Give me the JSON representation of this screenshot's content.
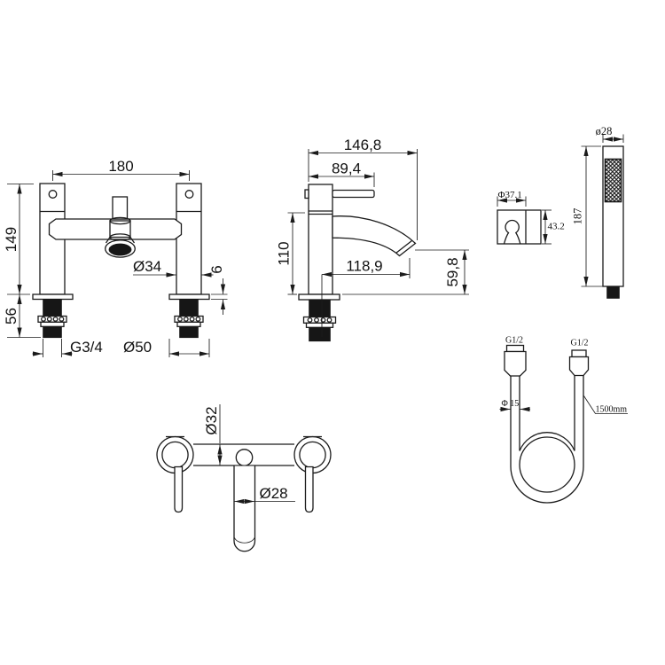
{
  "page": {
    "background": "#ffffff",
    "ink": "#1b1b1b"
  },
  "views": {
    "bath_filler": {
      "dims": {
        "spacing": "180",
        "height": "149",
        "tail": "56",
        "pillar_diameter": "Ø34",
        "flange_thickness": "6",
        "thread": "G3/4",
        "flange_diameter": "Ø50"
      }
    },
    "basin_mixer": {
      "dims": {
        "total_width": "146,8",
        "handle_width": "89,4",
        "body_height": "110",
        "spout_reach": "118,9",
        "spout_drop": "59,8"
      }
    },
    "hand_shower": {
      "dims": {
        "head_diameter": "ø28",
        "length": "187"
      }
    },
    "wall_bracket": {
      "dims": {
        "width": "Φ37.1",
        "height": "43.2"
      }
    },
    "shower_valve": {
      "dims": {
        "body_diameter": "Ø32",
        "pipe_diameter": "Ø28"
      }
    },
    "hose": {
      "dims": {
        "thread_left": "G1/2",
        "thread_right": "G1/2",
        "tube_diameter": "Φ 15",
        "length": "1500mm"
      }
    }
  }
}
